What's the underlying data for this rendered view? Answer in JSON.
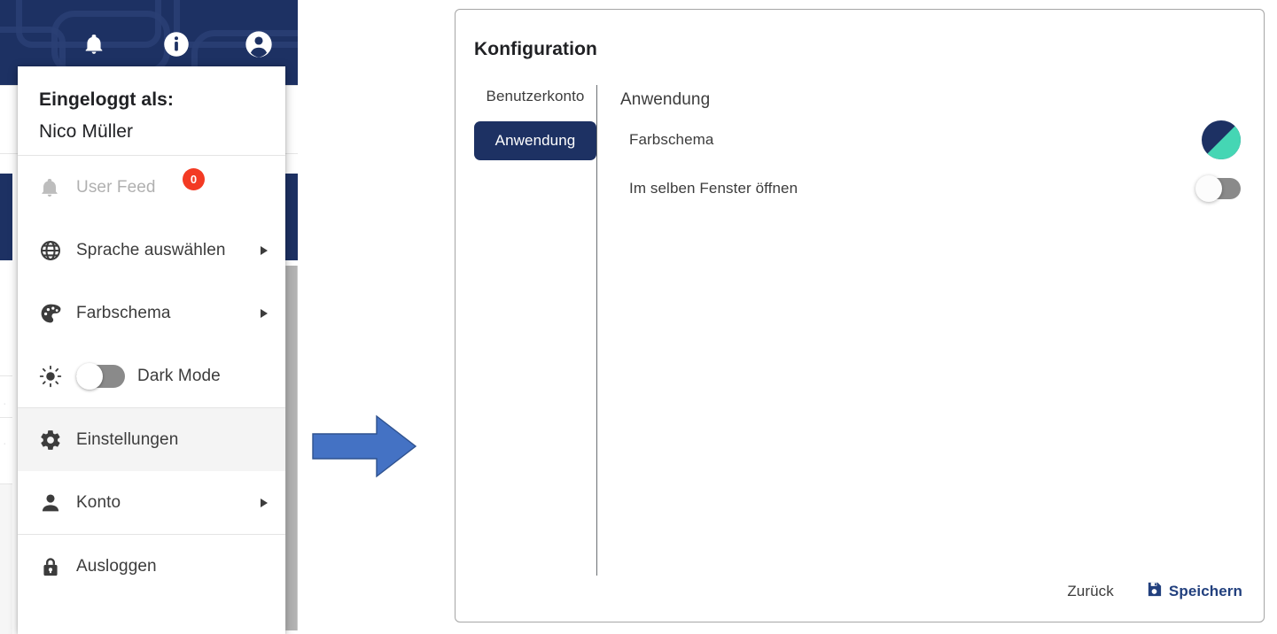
{
  "app": {
    "header": {
      "icons": [
        {
          "name": "notifications-bell-icon",
          "label": ""
        },
        {
          "name": "info-icon",
          "label": ""
        },
        {
          "name": "account-circle-icon",
          "label": ""
        }
      ]
    },
    "user_menu": {
      "logged_in_label": "Eingeloggt als:",
      "user_name": "Nico Müller",
      "items": [
        {
          "label": "User Feed",
          "icon": "bell-icon",
          "badge": "0",
          "disabled": true,
          "submenu": false
        },
        {
          "label": "Sprache auswählen",
          "icon": "globe-icon",
          "badge": null,
          "disabled": false,
          "submenu": true
        },
        {
          "label": "Farbschema",
          "icon": "palette-icon",
          "badge": null,
          "disabled": false,
          "submenu": true
        },
        {
          "label": "Dark Mode",
          "icon": "sun-icon",
          "badge": null,
          "disabled": false,
          "submenu": false,
          "toggle": "off"
        },
        {
          "label": "Einstellungen",
          "icon": "gear-icon",
          "badge": null,
          "disabled": false,
          "submenu": false,
          "hovered": true
        },
        {
          "label": "Konto",
          "icon": "person-icon",
          "badge": null,
          "disabled": false,
          "submenu": true
        },
        {
          "label": "Ausloggen",
          "icon": "lock-icon",
          "badge": null,
          "disabled": false,
          "submenu": false
        }
      ]
    }
  },
  "dialog": {
    "title": "Konfiguration",
    "tabs": [
      {
        "label": "Benutzerkonto",
        "active": false
      },
      {
        "label": "Anwendung",
        "active": true
      }
    ],
    "section_title": "Anwendung",
    "settings": [
      {
        "label": "Farbschema",
        "control": "color-swatch"
      },
      {
        "label": "Im selben Fenster öffnen",
        "control": "toggle",
        "value": "off"
      }
    ],
    "footer": {
      "back_label": "Zurück",
      "save_label": "Speichern",
      "save_icon": "save-floppy-icon"
    }
  },
  "colors": {
    "navy": "#1d3163",
    "teal": "#45d6b4",
    "badge_red": "#f33a23",
    "arrow_blue": "#4472c4",
    "save_blue": "#22407e"
  }
}
